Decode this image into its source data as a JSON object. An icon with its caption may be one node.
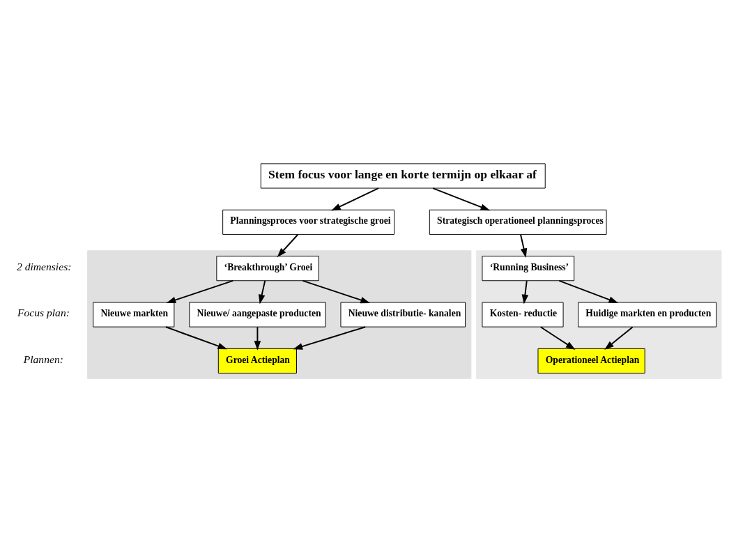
{
  "diagram": {
    "nodes": [
      {
        "text": [
          "Stem focus voor lange en korte termijn op elkaar af"
        ]
      },
      {
        "text": [
          "Planningsproces voor strategische groei"
        ]
      },
      {
        "text": [
          "Strategisch operationeel planningsproces"
        ]
      },
      {
        "text": [],
        "shape": "box"
      },
      {
        "text": [
          "‘Breakthrough’ Groei"
        ],
        "in": 3
      },
      {
        "text": [
          "Nieuwe markten"
        ],
        "in": 3
      },
      {
        "text": [
          "Nieuwe/ aangepaste producten"
        ],
        "in": 3
      },
      {
        "text": [
          "Nieuwe distributie- kanalen"
        ],
        "in": 3
      },
      {
        "text": [
          "Groei Actieplan"
        ],
        "in": 3
      },
      {
        "text": [],
        "shape": "box"
      },
      {
        "text": [
          "‘Running Business’"
        ],
        "in": 9
      },
      {
        "text": [
          "Kosten- reductie"
        ],
        "in": 9
      },
      {
        "text": [
          "Huidige markten en producten"
        ],
        "in": 9
      },
      {
        "text": [
          "Operationeel Actieplan"
        ],
        "in": 9
      }
    ],
    "edges": [
      {
        "from": 0,
        "to": 1,
        "arrow": "to"
      },
      {
        "from": 0,
        "to": 2,
        "arrow": "to"
      },
      {
        "from": 1,
        "to": 4,
        "arrow": "to"
      },
      {
        "from": 2,
        "to": 10,
        "arrow": "to"
      },
      {
        "from": 4,
        "to": 5,
        "arrow": "to"
      },
      {
        "from": 4,
        "to": 6,
        "arrow": "to"
      },
      {
        "from": 4,
        "to": 7,
        "arrow": "to"
      },
      {
        "from": 10,
        "to": 11,
        "arrow": "to"
      },
      {
        "from": 10,
        "to": 12,
        "arrow": "to"
      },
      {
        "from": 5,
        "to": 8,
        "arrow": "to"
      },
      {
        "from": 6,
        "to": 8,
        "arrow": "to"
      },
      {
        "from": 7,
        "to": 8,
        "arrow": "to"
      },
      {
        "from": 11,
        "to": 13,
        "arrow": "to"
      },
      {
        "from": 12,
        "to": 13,
        "arrow": "to"
      }
    ],
    "labels": [
      "2 dimensies:",
      "Focus plan:",
      "Plannen:"
    ]
  }
}
